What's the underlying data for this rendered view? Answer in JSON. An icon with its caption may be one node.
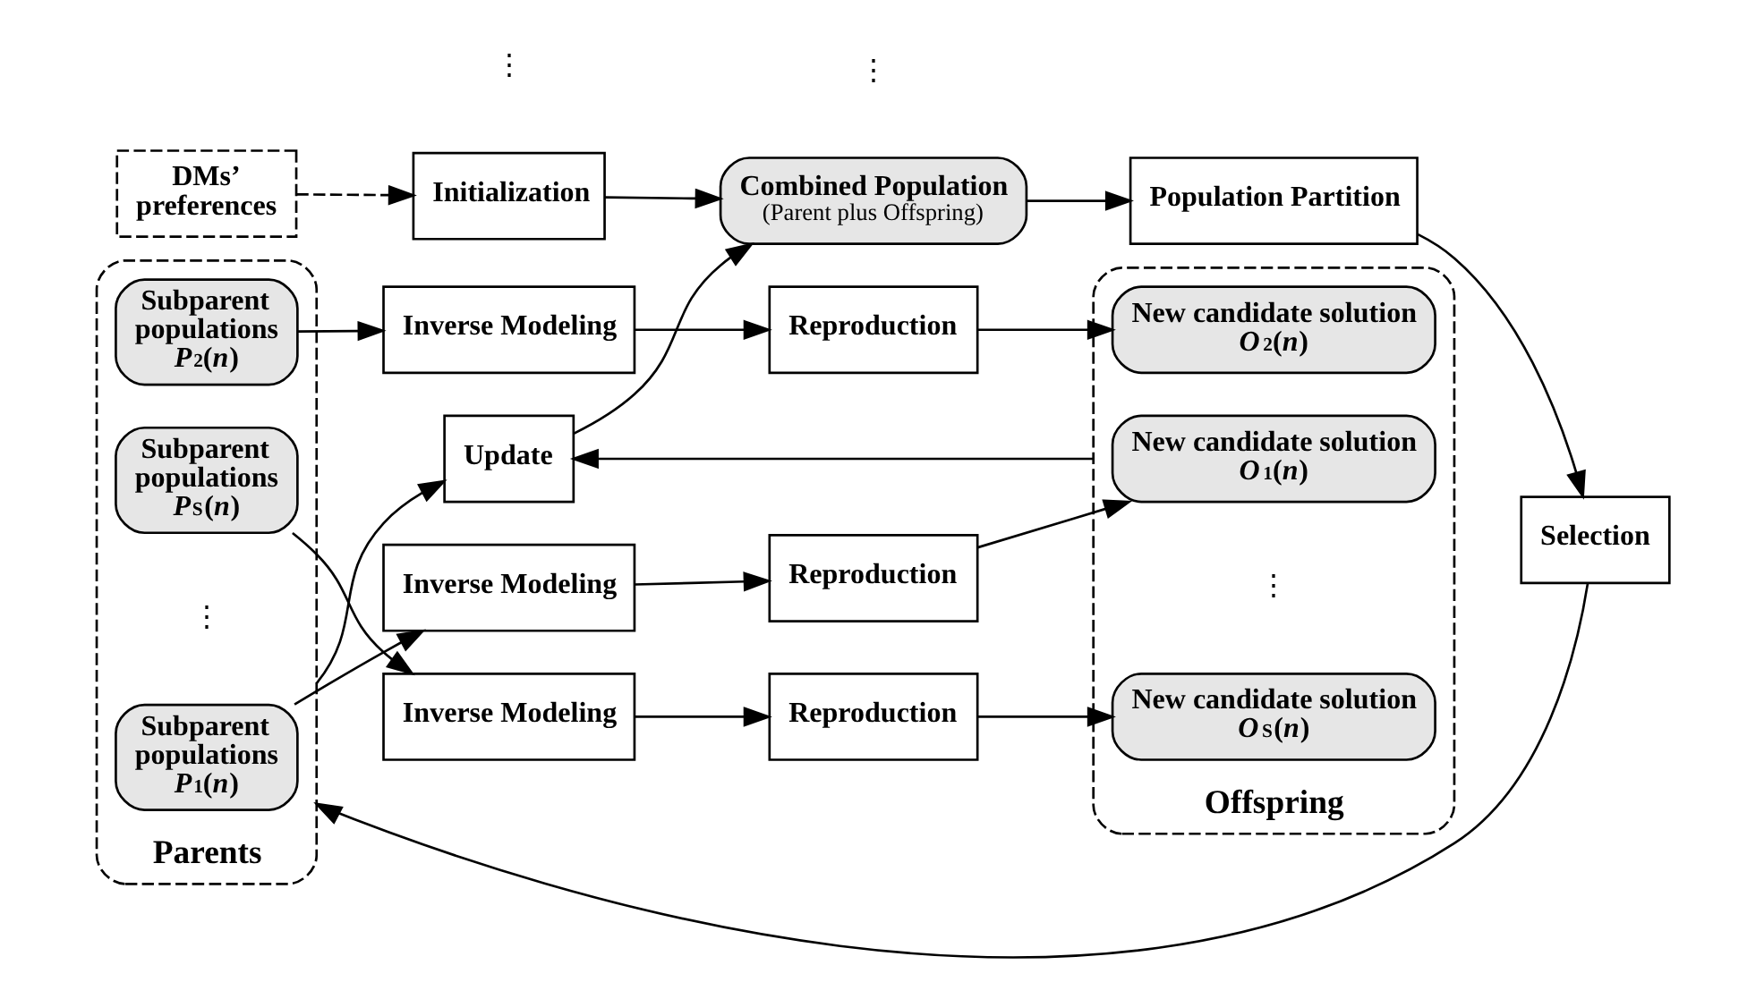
{
  "diagram": {
    "nodes": [
      {
        "text": [
          "Initialization"
        ]
      },
      {
        "text": [
          "DMs’ preferences"
        ]
      },
      {
        "text": [
          "Combined Population",
          "(Parent plus Offspring)"
        ]
      },
      {
        "text": [
          "Population Partition"
        ]
      },
      {
        "text": [
          "Selection"
        ]
      },
      {
        "text": [
          "Update"
        ]
      },
      {
        "text": [
          "Offspring"
        ]
      },
      {
        "text": [
          "Parents"
        ]
      },
      {
        "text": [
          "New candidate solution *O*$^{1}$(*n*)"
        ],
        "in": 6
      },
      {
        "text": [
          "New candidate solution *O*$^{2}$(*n*)"
        ],
        "in": 6
      },
      {
        "text": [
          "New candidate solution *O*$^{S}$(*n*)"
        ],
        "in": 6
      },
      {
        "text": [
          "Reproduction"
        ]
      },
      {
        "text": [
          "Reproduction"
        ]
      },
      {
        "text": [
          "Reproduction"
        ]
      },
      {
        "text": [
          "Inverse Modeling"
        ]
      },
      {
        "text": [
          "Inverse Modeling"
        ]
      },
      {
        "text": [
          "Inverse Modeling"
        ]
      },
      {
        "text": [
          "Subparent populations *P*$^{1}$(*n*)"
        ],
        "in": 7
      },
      {
        "text": [
          "Subparent populations *P*$^{2}$(*n*)"
        ],
        "in": 7
      },
      {
        "text": [
          "Subparent populations *P*$^{S}$(*n*)"
        ],
        "in": 7
      }
    ],
    "edges": [
      {
        "from": 1,
        "to": 0,
        "arrow": "to",
        "style": "dashed"
      },
      {
        "from": 0,
        "to": 2,
        "arrow": "to"
      },
      {
        "from": 2,
        "to": 3,
        "arrow": "to"
      },
      {
        "from": 3,
        "to": 4,
        "arrow": "to"
      },
      {
        "from": 4,
        "to": 7,
        "arrow": "to"
      },
      {
        "from": 7,
        "to": 5,
        "arrow": "to"
      },
      {
        "from": 6,
        "to": 5,
        "arrow": "to"
      },
      {
        "from": 5,
        "to": 2,
        "arrow": "to"
      },
      {
        "from": 17,
        "to": 14,
        "arrow": "to"
      },
      {
        "from": 14,
        "to": 11,
        "arrow": "to"
      },
      {
        "from": 11,
        "to": 8,
        "arrow": "to"
      },
      {
        "from": 18,
        "to": 15,
        "arrow": "to"
      },
      {
        "from": 15,
        "to": 12,
        "arrow": "to"
      },
      {
        "from": 12,
        "to": 9,
        "arrow": "to"
      },
      {
        "from": 19,
        "to": 16,
        "arrow": "to"
      },
      {
        "from": 16,
        "to": 13,
        "arrow": "to"
      },
      {
        "from": 13,
        "to": 10,
        "arrow": "to"
      }
    ],
    "labels": [
      "⋮",
      "⋮",
      "⋮",
      "⋮"
    ]
  }
}
